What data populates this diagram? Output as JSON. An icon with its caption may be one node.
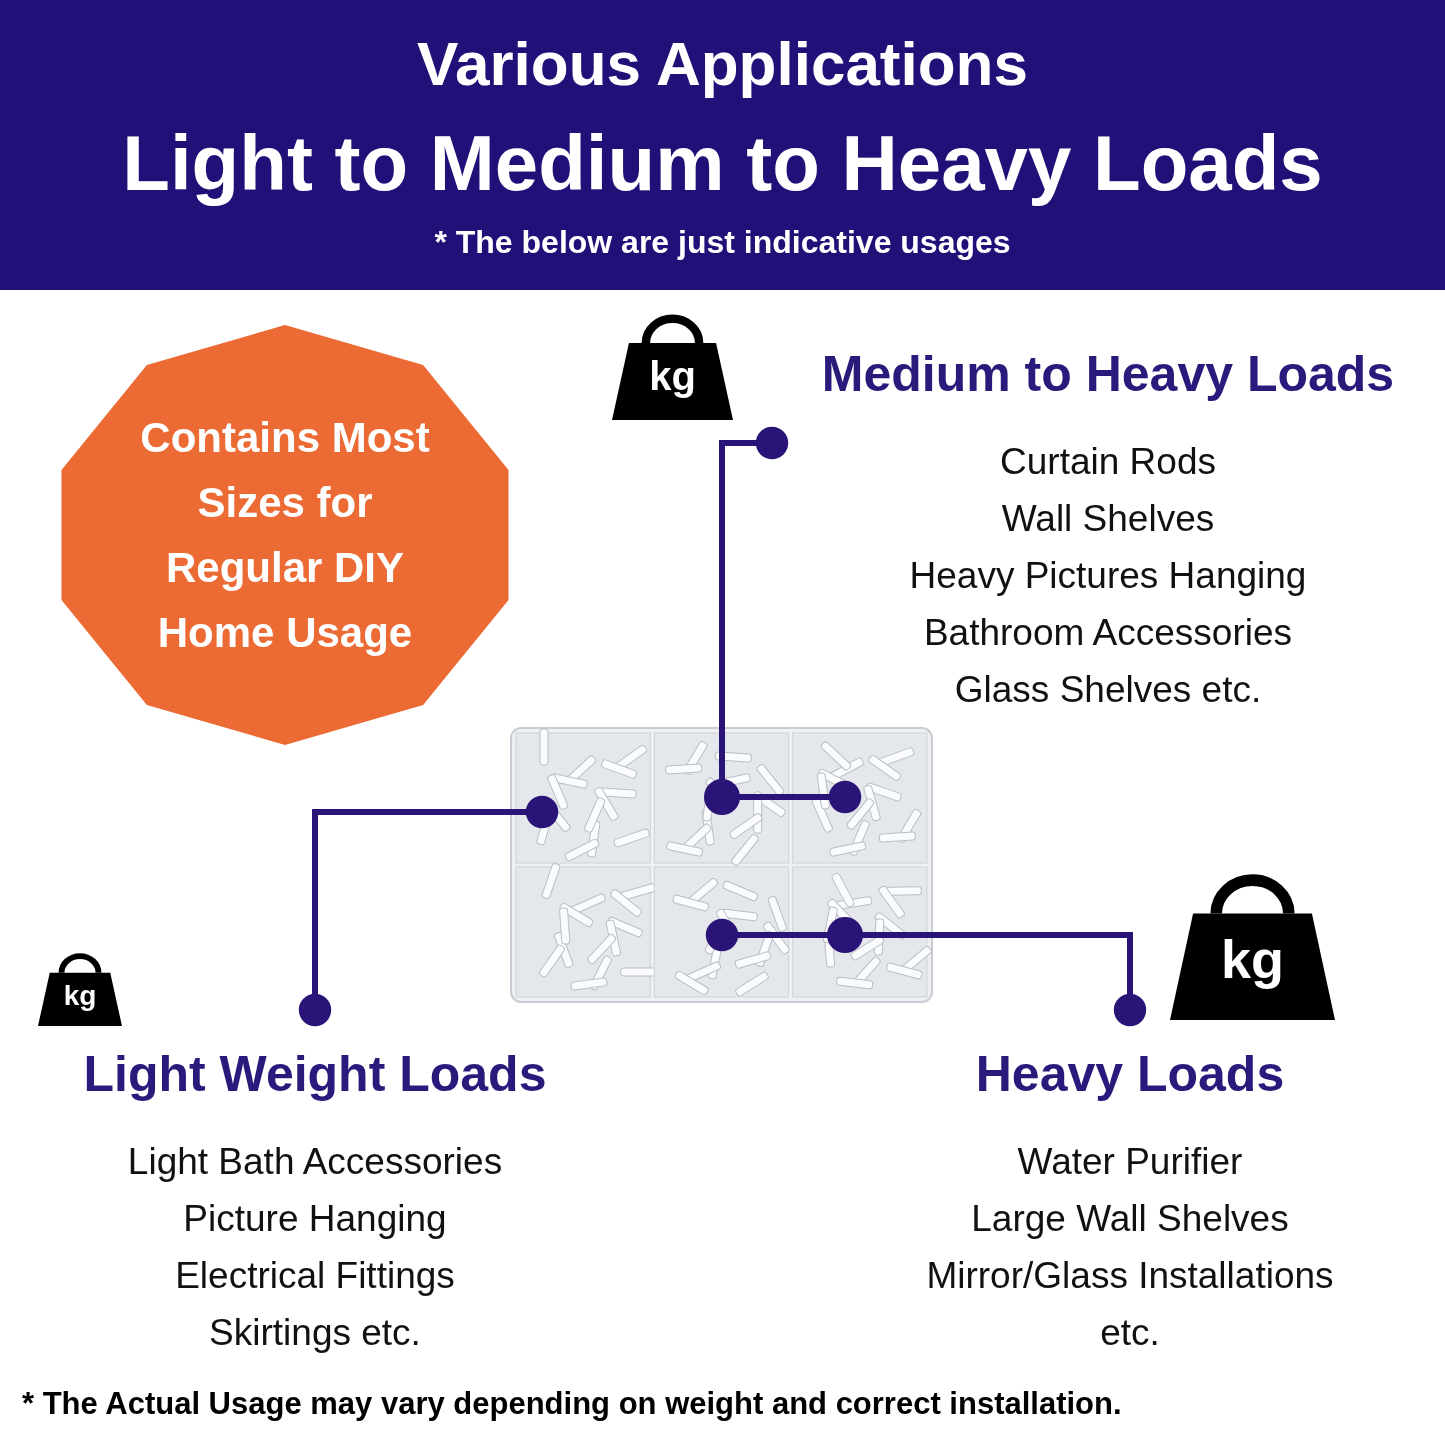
{
  "diagram": {
    "title": "Various Applications",
    "nodes": [
      {
        "text": [
          "Contains Most Sizes for Regular DIY Home Usage"
        ]
      },
      {
        "text": [
          "Medium to Heavy Loads",
          "Curtain Rods",
          "Wall Shelves",
          "Heavy Pictures Hanging",
          "Bathroom Accessories",
          "Glass Shelves etc."
        ]
      },
      {
        "text": [],
        "shape": "picture"
      },
      {
        "text": [
          "Light Weight Loads",
          "Light Bath Accessories",
          "Picture Hanging",
          "Electrical Fittings",
          "Skirtings etc."
        ]
      },
      {
        "text": [
          "Heavy Loads",
          "Water Purifier",
          "Large Wall Shelves",
          "Mirror/Glass Installations",
          "etc."
        ]
      }
    ],
    "edges": [
      {
        "from": 2,
        "to": 3,
        "arrow": "other"
      },
      {
        "from": 2,
        "to": 1,
        "arrow": "other"
      },
      {
        "from": 2,
        "to": 4,
        "arrow": "other"
      }
    ],
    "labels": [
      "Light to Medium to Heavy Loads",
      "* The below are just indicative usages",
      "kg",
      "kg",
      "kg",
      "* The Actual Usage may vary depending on weight and correct installation."
    ]
  }
}
